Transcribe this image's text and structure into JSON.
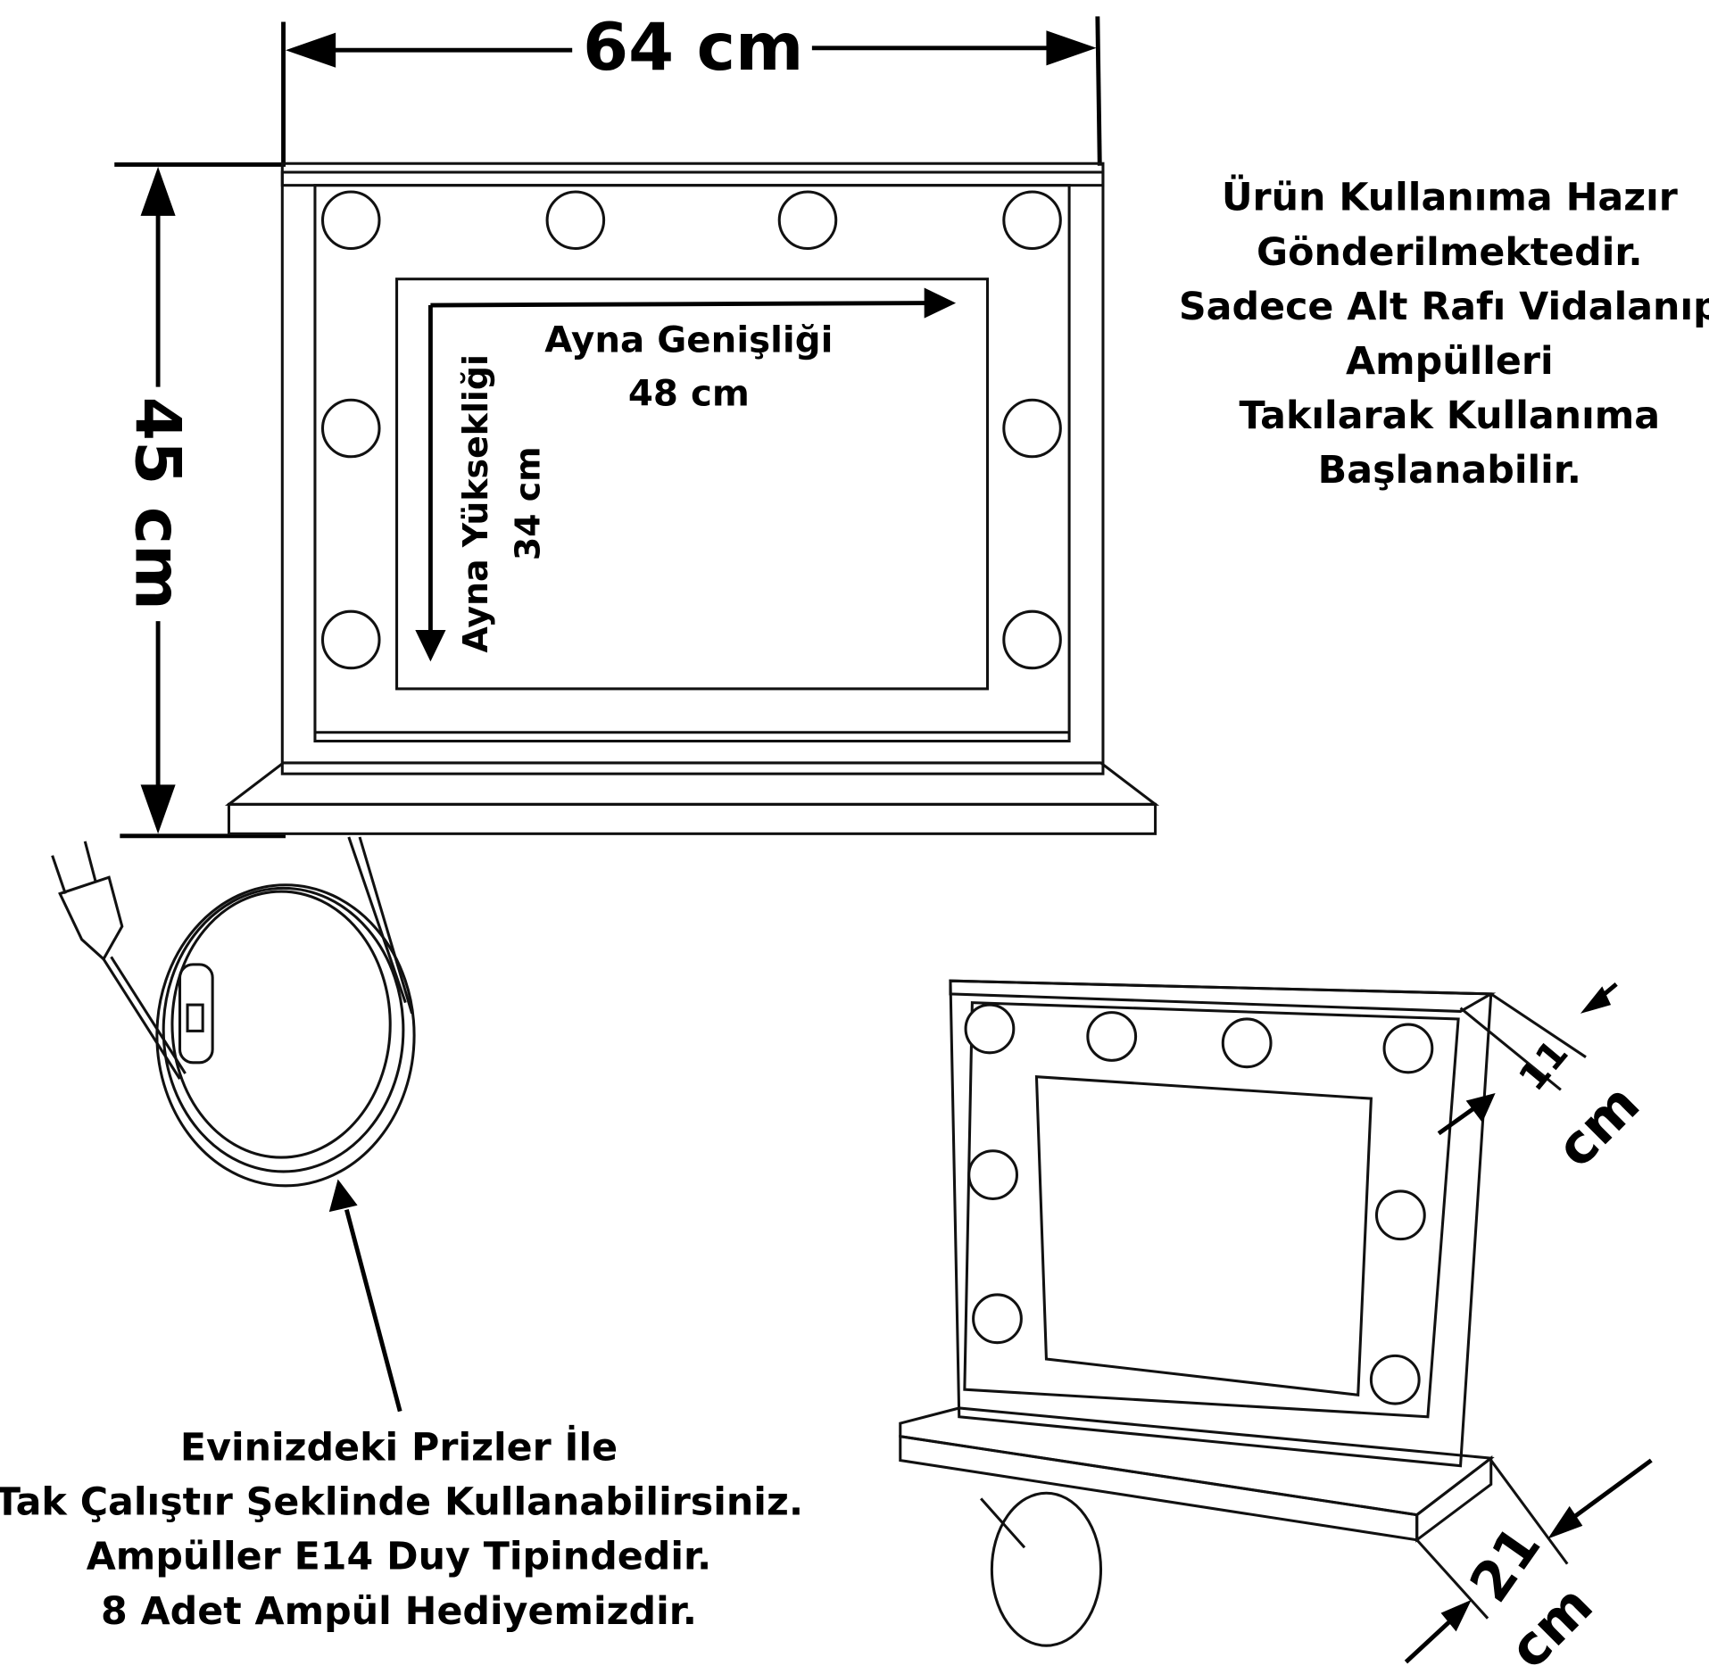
{
  "dimensions": {
    "width": "64 cm",
    "height": "45 cm",
    "mirror_width_label": "Ayna Genişliği",
    "mirror_width": "48 cm",
    "mirror_height_label": "Ayna Yüksekliği",
    "mirror_height": "34 cm",
    "depth_frame_num": "11",
    "depth_frame_unit": "cm",
    "depth_shelf_num": "21",
    "depth_shelf_unit": "cm"
  },
  "notes": {
    "ready": [
      "Ürün Kullanıma Hazır",
      "Gönderilmektedir.",
      "Sadece Alt Rafı Vidalanıp",
      "Ampülleri",
      "Takılarak Kullanıma",
      "Başlanabilir."
    ],
    "plug": [
      "Evinizdeki Prizler İle",
      "Tak Çalıştır Şeklinde Kullanabilirsiniz.",
      "Ampüller E14 Duy Tipindedir.",
      "8 Adet Ampül Hediyemizdir."
    ]
  }
}
